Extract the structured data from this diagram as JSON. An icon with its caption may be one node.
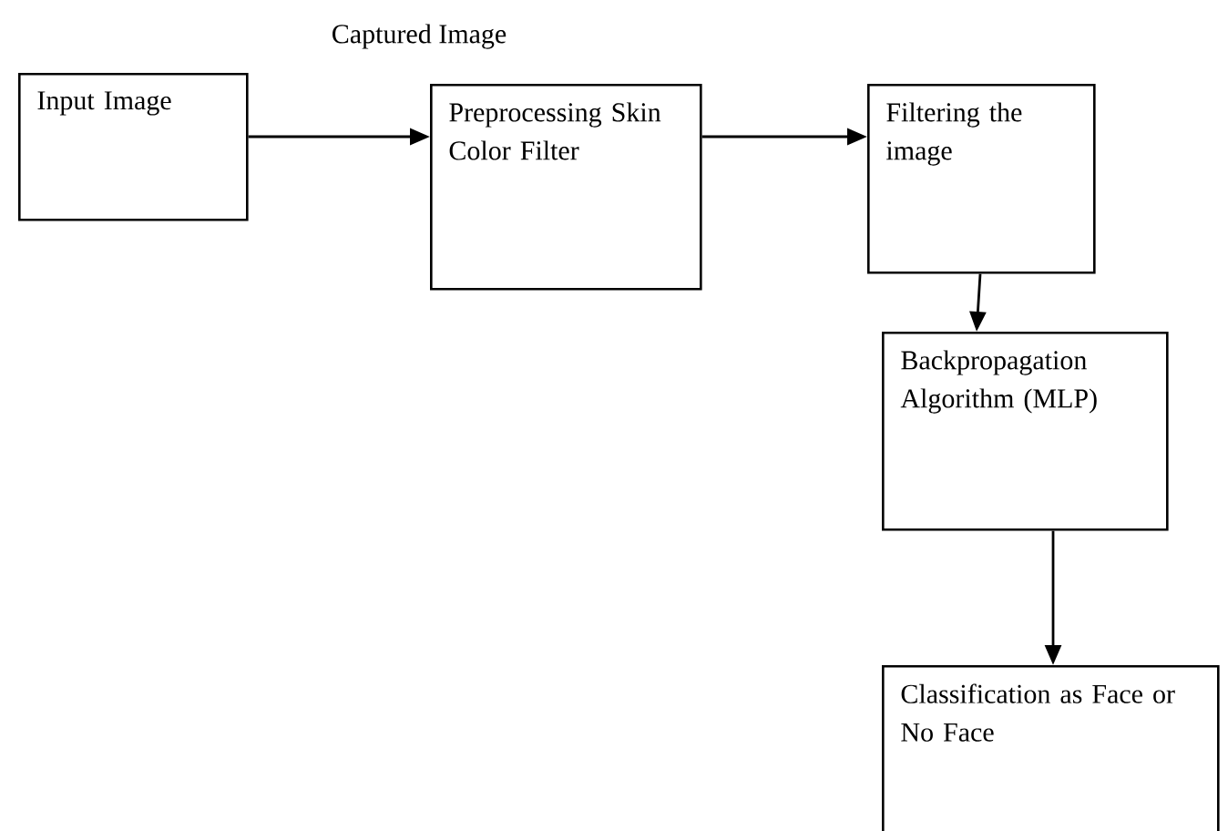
{
  "diagram": {
    "nodes": [
      {
        "text": [
          "Input Image"
        ]
      },
      {
        "text": [
          "Preprocessing Skin Color Filter"
        ]
      },
      {
        "text": [
          "Filtering the image"
        ]
      },
      {
        "text": [
          "Backpropagation Algorithm (MLP)"
        ]
      },
      {
        "text": [
          "Classification as Face or No Face"
        ]
      }
    ],
    "edges": [
      {
        "from": 0,
        "to": 1,
        "arrow": "to",
        "label": "Captured Image"
      },
      {
        "from": 1,
        "to": 2,
        "arrow": "to"
      },
      {
        "from": 2,
        "to": 3,
        "arrow": "to"
      },
      {
        "from": 3,
        "to": 4,
        "arrow": "to"
      }
    ]
  }
}
